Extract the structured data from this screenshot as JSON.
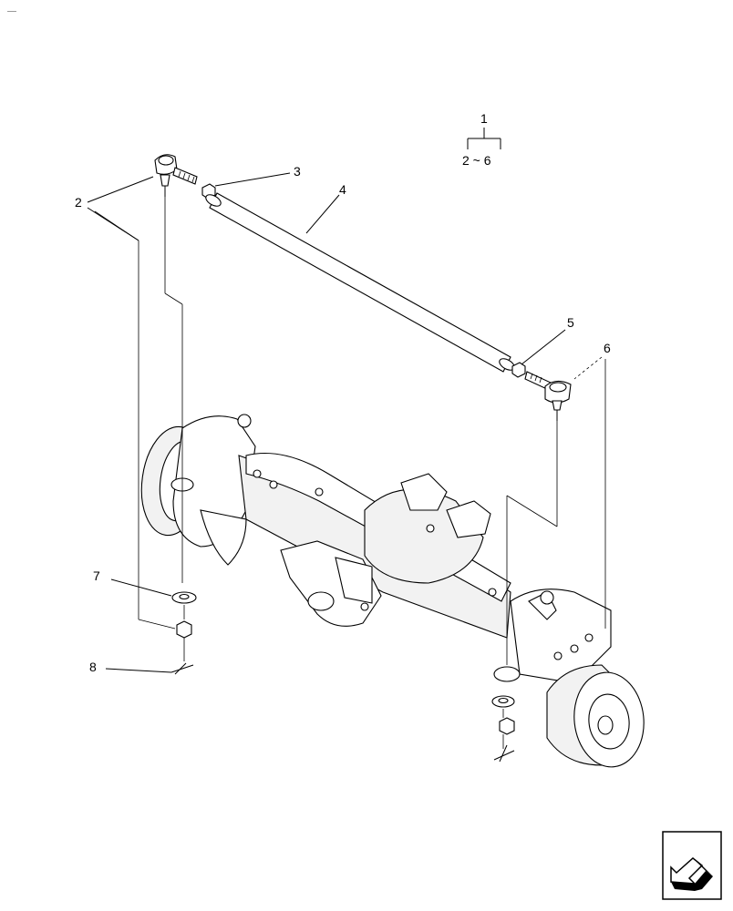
{
  "callouts": {
    "c1": "1",
    "c_range": "2 ~ 6",
    "c2": "2",
    "c3": "3",
    "c4": "4",
    "c5": "5",
    "c6": "6",
    "c7": "7",
    "c8": "8"
  },
  "icons": {
    "nav": "next-page-arrow-icon"
  }
}
